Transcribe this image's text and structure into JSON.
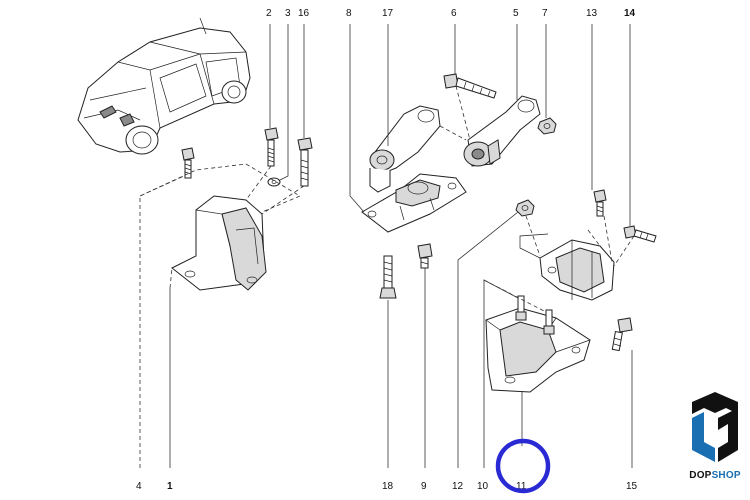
{
  "diagram": {
    "callouts": {
      "c1": "1",
      "c2": "2",
      "c3": "3",
      "c4": "4",
      "c5": "5",
      "c6": "6",
      "c7": "7",
      "c8": "8",
      "c9": "9",
      "c10": "10",
      "c11": "11",
      "c12": "12",
      "c13": "13",
      "c14": "14",
      "c15": "15",
      "c16": "16",
      "c17": "17",
      "c18": "18"
    },
    "highlight_color": "#2a2ad4"
  },
  "brand": {
    "name_part1": "DOP",
    "name_part2": "SHOP",
    "logo_icon": "dopshop-logo-icon"
  }
}
